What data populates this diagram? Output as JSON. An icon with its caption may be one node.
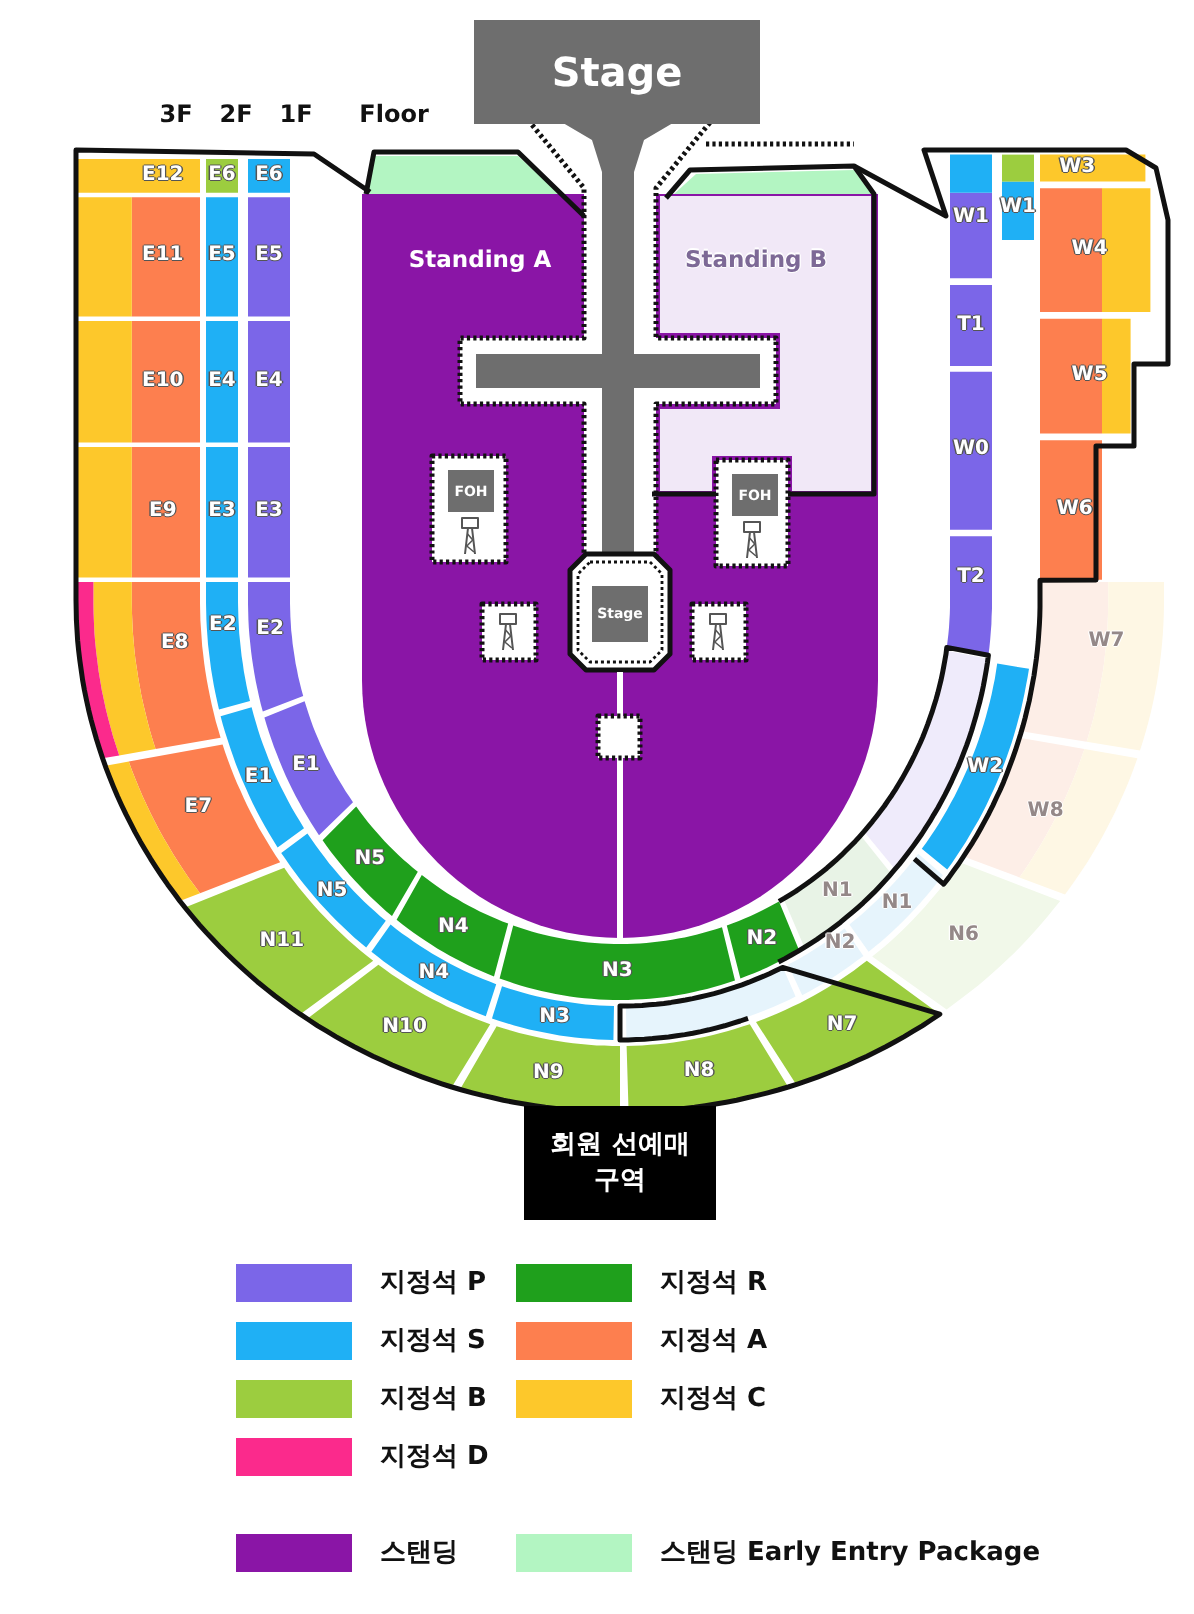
{
  "diagram": {
    "nodes": [
      {
        "text": [
          "Stage"
        ]
      },
      {
        "text": [
          "E12"
        ]
      },
      {
        "text": [
          "E6"
        ]
      },
      {
        "text": [
          "E6"
        ]
      },
      {
        "text": [
          "E11"
        ]
      },
      {
        "text": [
          "E5"
        ]
      },
      {
        "text": [
          "E5"
        ]
      },
      {
        "text": [
          "Standing A"
        ]
      },
      {
        "text": [
          "Standing B"
        ],
        "in": 7
      },
      {
        "text": [
          "W1"
        ]
      },
      {
        "text": [
          "W1"
        ]
      },
      {
        "text": [
          "W3"
        ]
      },
      {
        "text": [
          "W4"
        ]
      },
      {
        "text": [
          "T1"
        ]
      },
      {
        "text": [
          "E10"
        ]
      },
      {
        "text": [
          "E4"
        ]
      },
      {
        "text": [
          "E4"
        ]
      },
      {
        "text": [
          "W5"
        ]
      },
      {
        "text": [
          "W0"
        ]
      },
      {
        "text": [
          "FOH"
        ],
        "in": 7
      },
      {
        "text": [
          "FOH"
        ],
        "in": 7
      },
      {
        "text": [
          "E9"
        ]
      },
      {
        "text": [
          "E3"
        ]
      },
      {
        "text": [
          "E3"
        ]
      },
      {
        "text": [
          "W6"
        ]
      },
      {
        "text": [
          "T2"
        ]
      },
      {
        "text": [
          "Stage"
        ],
        "in": 7
      },
      {
        "text": [
          "E8"
        ]
      },
      {
        "text": [
          "E2"
        ]
      },
      {
        "text": [
          "E2"
        ]
      },
      {
        "text": [
          "E7"
        ]
      },
      {
        "text": [
          "E1"
        ]
      },
      {
        "text": [
          "E1"
        ]
      },
      {
        "text": [
          "W7"
        ]
      },
      {
        "text": [
          "W2"
        ]
      },
      {
        "text": [
          "W8"
        ]
      },
      {
        "text": [
          "N5"
        ]
      },
      {
        "text": [
          "N5"
        ]
      },
      {
        "text": [
          "N11"
        ]
      },
      {
        "text": [
          "N1"
        ]
      },
      {
        "text": [
          "N1"
        ]
      },
      {
        "text": [
          "N4"
        ]
      },
      {
        "text": [
          "N4"
        ]
      },
      {
        "text": [
          "N10"
        ]
      },
      {
        "text": [
          "N6"
        ]
      },
      {
        "text": [
          "N2"
        ]
      },
      {
        "text": [
          "N3"
        ]
      },
      {
        "text": [
          "N2"
        ]
      },
      {
        "text": [
          "N3"
        ]
      },
      {
        "text": [
          "N7"
        ]
      },
      {
        "text": [
          "N9"
        ]
      },
      {
        "text": [
          "N8"
        ]
      },
      {
        "text": [
          "회원 선예매 구역"
        ]
      },
      {
        "text": [],
        "shape": "box"
      },
      {
        "text": [],
        "shape": "box"
      },
      {
        "text": [],
        "shape": "box"
      },
      {
        "text": [],
        "shape": "box"
      }
    ],
    "labels": [
      "3F",
      "2F",
      "1F",
      "Floor"
    ],
    "legend": [
      {
        "text": "지정석 P",
        "color": "#7b66e8"
      },
      {
        "text": "지정석 R",
        "color": "#1fa01c"
      },
      {
        "text": "지정석 S",
        "color": "#1fb0f5"
      },
      {
        "text": "지정석 A",
        "color": "#fd7f4f"
      },
      {
        "text": "지정석 B",
        "color": "#9ccd3f"
      },
      {
        "text": "지정석 C",
        "color": "#fdc82b"
      },
      {
        "text": "지정석 D",
        "color": "#fb2a8c"
      },
      {
        "text": "스탠딩",
        "color": "#8a15a6"
      },
      {
        "text": "스탠딩 Early Entry Package",
        "color": "#b3f5c2"
      }
    ]
  }
}
